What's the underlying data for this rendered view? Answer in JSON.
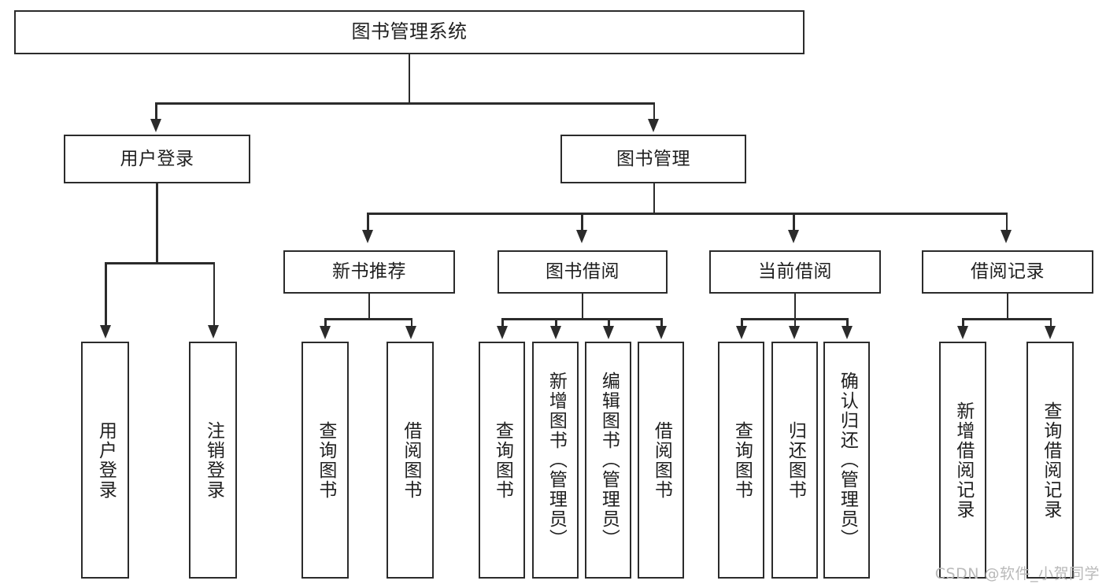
{
  "diagram": {
    "title": "图书管理系统",
    "type": "tree",
    "root": {
      "label": "图书管理系统"
    },
    "level2": [
      {
        "label": "用户登录"
      },
      {
        "label": "图书管理"
      }
    ],
    "level3": [
      {
        "label": "新书推荐"
      },
      {
        "label": "图书借阅"
      },
      {
        "label": "当前借阅"
      },
      {
        "label": "借阅记录"
      }
    ],
    "leaves": {
      "user_login": [
        {
          "label": "用户登录"
        },
        {
          "label": "注销登录"
        }
      ],
      "new_book_recommend": [
        {
          "label": "查询图书"
        },
        {
          "label": "借阅图书"
        }
      ],
      "book_borrow": [
        {
          "label": "查询图书"
        },
        {
          "label": "新增图书（管理员）"
        },
        {
          "label": "编辑图书（管理员）"
        },
        {
          "label": "借阅图书"
        }
      ],
      "current_borrow": [
        {
          "label": "查询图书"
        },
        {
          "label": "归还图书"
        },
        {
          "label": "确认归还（管理员）"
        }
      ],
      "borrow_record": [
        {
          "label": "新增借阅记录"
        },
        {
          "label": "查询借阅记录"
        }
      ]
    }
  },
  "watermark": {
    "text": "CSDN @软件_小贺同学"
  },
  "colors": {
    "stroke": "#2b2b2b",
    "background": "#ffffff",
    "text": "#1f1f1f",
    "watermark": "#b9b9b9"
  }
}
